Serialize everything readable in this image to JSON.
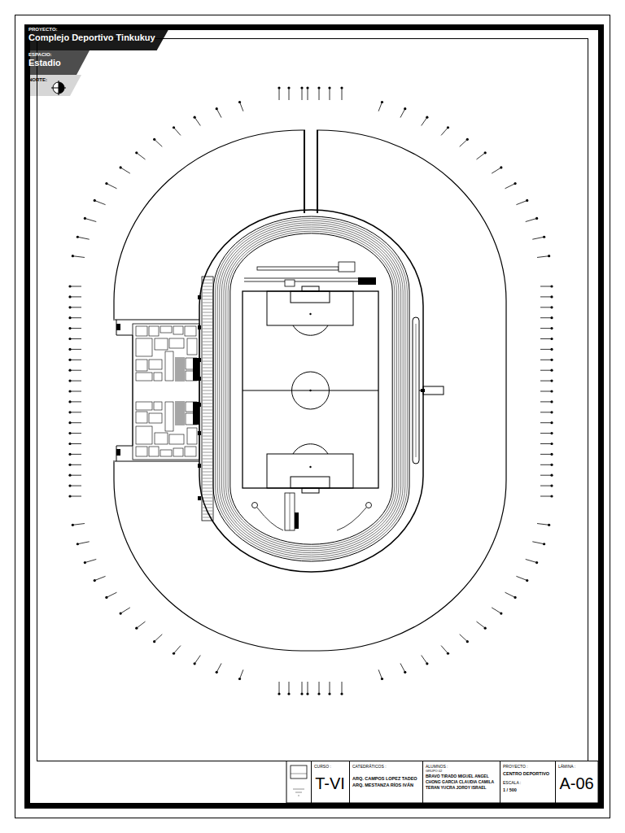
{
  "diagram": {
    "nodes": [
      {
        "text": [
          "PROYECTO:",
          "Complejo Deportivo Tinkukuy"
        ]
      },
      {
        "text": [
          "ESPACIO:",
          "Estadio"
        ]
      },
      {
        "text": [
          "NORTE:"
        ]
      },
      {
        "text": [
          "CURSO :",
          "T-VI"
        ]
      },
      {
        "text": [
          "CATEDRÁTICOS :",
          "ARQ. CAMPOS LOPEZ TADEO",
          "ARQ. MESTANZA RÍOS IVÁN"
        ]
      },
      {
        "text": [
          "ALUMNOS :",
          "GRUPO 02",
          "BRAVO TIRADO MIGUEL ANGEL",
          "CHONG GARCIA CLAUDIA CAMILA",
          "TERAN YUCRA JOROY ISRAEL"
        ]
      },
      {
        "text": [
          "PROYECTO :",
          "CENTRO DEPORTIVO",
          "ESCALA :",
          "1 / 500"
        ]
      },
      {
        "text": [
          "LÁMINA :",
          "A-06"
        ]
      }
    ]
  }
}
